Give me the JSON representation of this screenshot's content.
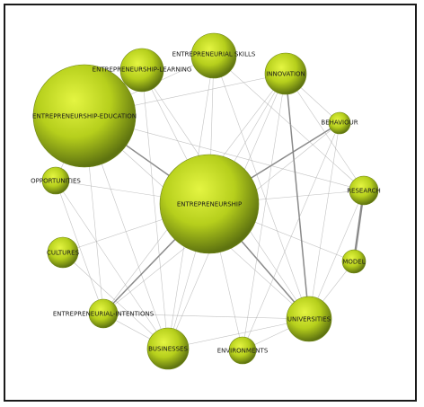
{
  "nodes": [
    {
      "id": "edu",
      "label": "ENTREPRENEURSHIP-EDUCATION"
    },
    {
      "id": "ent",
      "label": "ENTREPRENEURSHIP"
    },
    {
      "id": "learn",
      "label": "ENTREPRENEURSHIP-LEARNING"
    },
    {
      "id": "skills",
      "label": "ENTREPRENEURIAL SKILLS"
    },
    {
      "id": "innov",
      "label": "INNOVATION"
    },
    {
      "id": "behav",
      "label": "BEHAVIOUR"
    },
    {
      "id": "opp",
      "label": "OPPORTUNITIES"
    },
    {
      "id": "research",
      "label": "RESEARCH"
    },
    {
      "id": "cult",
      "label": "CULTURES"
    },
    {
      "id": "model",
      "label": "MODEL"
    },
    {
      "id": "intent",
      "label": "ENTREPRENEURIAL-INTENTIONS"
    },
    {
      "id": "univ",
      "label": "UNIVERSITIES"
    },
    {
      "id": "bus",
      "label": "BUSINESSES"
    },
    {
      "id": "env",
      "label": "ENVIRONMENTS"
    }
  ],
  "edges": [
    {
      "from": "edu",
      "to": "ent",
      "strength": 2
    },
    {
      "from": "edu",
      "to": "learn",
      "strength": 1
    },
    {
      "from": "edu",
      "to": "skills",
      "strength": 1
    },
    {
      "from": "edu",
      "to": "innov",
      "strength": 1
    },
    {
      "from": "edu",
      "to": "research",
      "strength": 1
    },
    {
      "from": "edu",
      "to": "univ",
      "strength": 1
    },
    {
      "from": "edu",
      "to": "opp",
      "strength": 1
    },
    {
      "from": "edu",
      "to": "bus",
      "strength": 1
    },
    {
      "from": "edu",
      "to": "intent",
      "strength": 1
    },
    {
      "from": "ent",
      "to": "learn",
      "strength": 1
    },
    {
      "from": "ent",
      "to": "skills",
      "strength": 1
    },
    {
      "from": "ent",
      "to": "innov",
      "strength": 1
    },
    {
      "from": "ent",
      "to": "behav",
      "strength": 2
    },
    {
      "from": "ent",
      "to": "research",
      "strength": 1
    },
    {
      "from": "ent",
      "to": "intent",
      "strength": 2
    },
    {
      "from": "ent",
      "to": "univ",
      "strength": 2
    },
    {
      "from": "ent",
      "to": "bus",
      "strength": 1
    },
    {
      "from": "ent",
      "to": "env",
      "strength": 1
    },
    {
      "from": "ent",
      "to": "cult",
      "strength": 1
    },
    {
      "from": "ent",
      "to": "opp",
      "strength": 1
    },
    {
      "from": "ent",
      "to": "model",
      "strength": 1
    },
    {
      "from": "innov",
      "to": "univ",
      "strength": 2
    },
    {
      "from": "innov",
      "to": "behav",
      "strength": 1
    },
    {
      "from": "innov",
      "to": "research",
      "strength": 1
    },
    {
      "from": "innov",
      "to": "bus",
      "strength": 1
    },
    {
      "from": "innov",
      "to": "intent",
      "strength": 1
    },
    {
      "from": "research",
      "to": "model",
      "strength": 3
    },
    {
      "from": "research",
      "to": "univ",
      "strength": 1
    },
    {
      "from": "research",
      "to": "skills",
      "strength": 1
    },
    {
      "from": "behav",
      "to": "univ",
      "strength": 1
    },
    {
      "from": "behav",
      "to": "intent",
      "strength": 1
    },
    {
      "from": "skills",
      "to": "bus",
      "strength": 1
    },
    {
      "from": "skills",
      "to": "univ",
      "strength": 1
    },
    {
      "from": "learn",
      "to": "univ",
      "strength": 1
    },
    {
      "from": "learn",
      "to": "bus",
      "strength": 1
    },
    {
      "from": "univ",
      "to": "bus",
      "strength": 1
    },
    {
      "from": "univ",
      "to": "env",
      "strength": 1
    },
    {
      "from": "univ",
      "to": "intent",
      "strength": 1
    },
    {
      "from": "univ",
      "to": "model",
      "strength": 1
    },
    {
      "from": "cult",
      "to": "bus",
      "strength": 1
    },
    {
      "from": "opp",
      "to": "intent",
      "strength": 1
    },
    {
      "from": "opp",
      "to": "bus",
      "strength": 1
    },
    {
      "from": "intent",
      "to": "bus",
      "strength": 1
    },
    {
      "from": "env",
      "to": "innov",
      "strength": 1
    },
    {
      "from": "env",
      "to": "behav",
      "strength": 1
    }
  ],
  "colors": {
    "node_light": "#e4f542",
    "node_mid": "#b6cf1c",
    "node_dark": "#5e7310",
    "edge": "#a8a8a8",
    "border": "#1a1a1a"
  }
}
